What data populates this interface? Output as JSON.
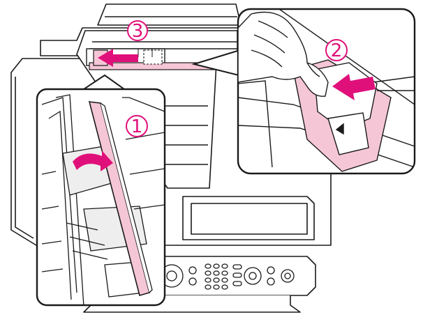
{
  "steps": [
    {
      "label": "1"
    },
    {
      "label": "2"
    },
    {
      "label": "3"
    }
  ],
  "colors": {
    "accent": "#e0107a",
    "pink_fill": "#f4c6d6",
    "line": "#1a1a1a",
    "gray": "#c8c8c8",
    "gray_dark": "#8a8a8a",
    "gray_light": "#eeeeee"
  },
  "icons": {
    "step_marker": "circled-number",
    "direction": "arrow"
  }
}
